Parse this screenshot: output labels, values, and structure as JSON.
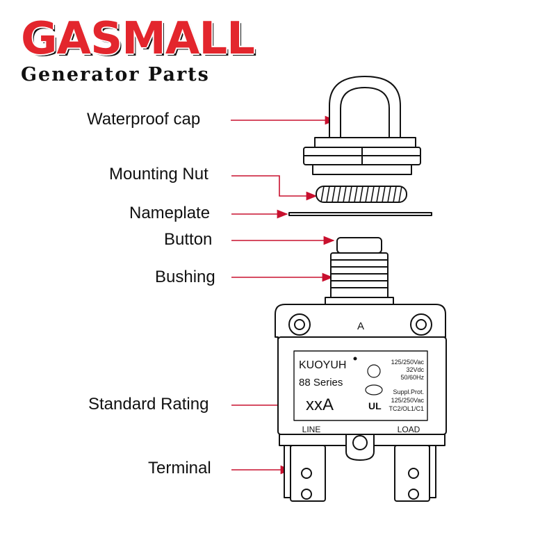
{
  "brand": {
    "name": "GASMALL",
    "tagline": "Generator Parts",
    "color": "#e3262d",
    "outline": "#ffffff",
    "shadow": "#111111"
  },
  "callouts": {
    "waterproof_cap": "Waterproof cap",
    "mounting_nut": "Mounting Nut",
    "nameplate": "Nameplate",
    "button": "Button",
    "bushing": "Bushing",
    "standard_rating": "Standard Rating",
    "terminal": "Terminal"
  },
  "leader_color": "#c8102e",
  "breaker": {
    "top_label": "A",
    "maker": "KUOYUH",
    "series": "88 Series",
    "rating": "xxA",
    "ratings_lines": [
      "125/250Vac",
      "32Vdc",
      "50/60Hz"
    ],
    "supp_lines": [
      "Suppl.Prot.",
      "125/250Vac",
      "TC2/OL1/C1"
    ],
    "line_label": "LINE",
    "load_label": "LOAD"
  }
}
